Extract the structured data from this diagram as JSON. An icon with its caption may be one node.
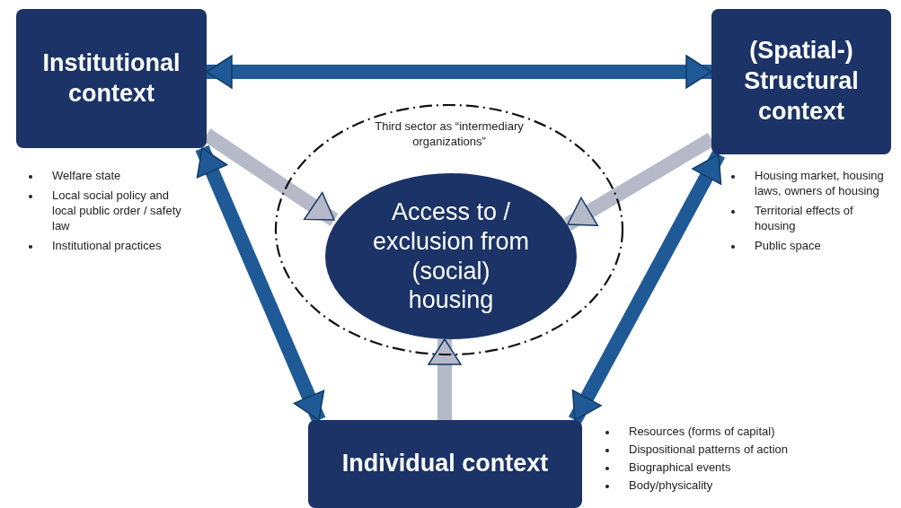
{
  "diagram": {
    "nodes": [
      {
        "text": [
          "Institutional context"
        ],
        "beside": [
          "Welfare state",
          "Local social policy and local public order / safety law",
          "Institutional practices"
        ]
      },
      {
        "text": [
          "(Spatial-) Structural context"
        ],
        "beside": [
          "Housing market, housing laws, owners of housing",
          "Territorial effects of housing",
          "Public space"
        ]
      },
      {
        "text": [
          "Third sector as “intermediary organizations”"
        ]
      },
      {
        "text": [
          "Access to / exclusion from (social) housing"
        ],
        "in": 2
      },
      {
        "text": [
          "Individual context"
        ],
        "beside": [
          "Resources (forms of capital)",
          "Dispositional patterns of action",
          "Biographical events",
          "Body/physicality"
        ]
      }
    ],
    "edges": [
      {
        "from": 0,
        "to": 1,
        "arrow": "both"
      },
      {
        "from": 0,
        "to": 3,
        "arrow": "to",
        "color": "#b5b9c8"
      },
      {
        "from": 1,
        "to": 3,
        "arrow": "to",
        "color": "#b5b9c8"
      },
      {
        "from": 4,
        "to": 3,
        "arrow": "to",
        "color": "#b5b9c8"
      },
      {
        "from": 0,
        "to": 4,
        "arrow": "both"
      },
      {
        "from": 1,
        "to": 4,
        "arrow": "both"
      }
    ]
  }
}
